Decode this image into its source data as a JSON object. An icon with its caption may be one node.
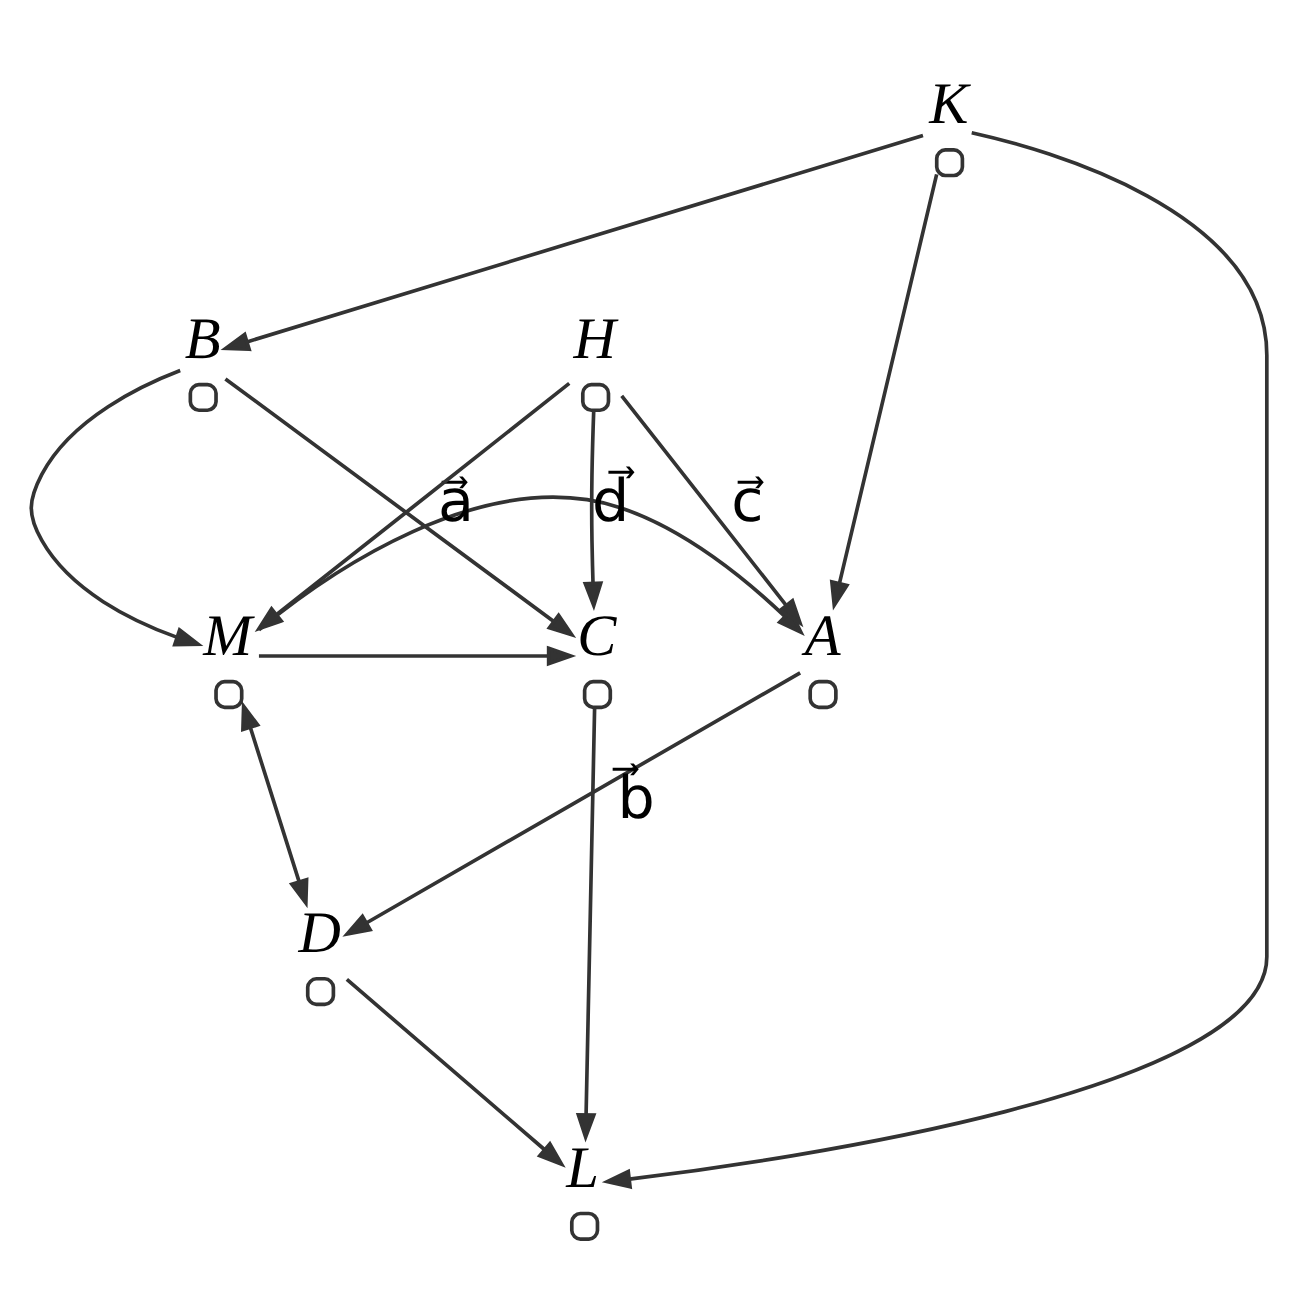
{
  "diagram": {
    "nodes": [
      {
        "text": [
          "B"
        ]
      },
      {
        "text": [
          "K"
        ]
      },
      {
        "text": [
          "A"
        ]
      },
      {
        "text": [
          "M"
        ]
      },
      {
        "text": [
          "C"
        ]
      },
      {
        "text": [
          "H"
        ]
      },
      {
        "text": [
          "L"
        ]
      },
      {
        "text": [
          "D"
        ]
      }
    ],
    "edges": [
      {
        "from": 1,
        "to": 0,
        "arrow": "to"
      },
      {
        "from": 1,
        "to": 2,
        "arrow": "to"
      },
      {
        "from": 0,
        "to": 3,
        "arrow": "to"
      },
      {
        "from": 0,
        "to": 4,
        "arrow": "to",
        "label": "a⃗"
      },
      {
        "from": 3,
        "to": 2,
        "arrow": "to"
      },
      {
        "from": 3,
        "to": 4,
        "arrow": "to"
      },
      {
        "from": 5,
        "to": 2,
        "arrow": "to",
        "label": "c⃗"
      },
      {
        "from": 5,
        "to": 3,
        "arrow": "to"
      },
      {
        "from": 5,
        "to": 4,
        "arrow": "to",
        "label": "d⃗"
      },
      {
        "from": 2,
        "to": 7,
        "arrow": "to",
        "label": "b⃗"
      },
      {
        "from": 3,
        "to": 7,
        "arrow": "both"
      },
      {
        "from": 1,
        "to": 6,
        "arrow": "to"
      },
      {
        "from": 4,
        "to": 6,
        "arrow": "to"
      },
      {
        "from": 7,
        "to": 6,
        "arrow": "to"
      }
    ]
  }
}
